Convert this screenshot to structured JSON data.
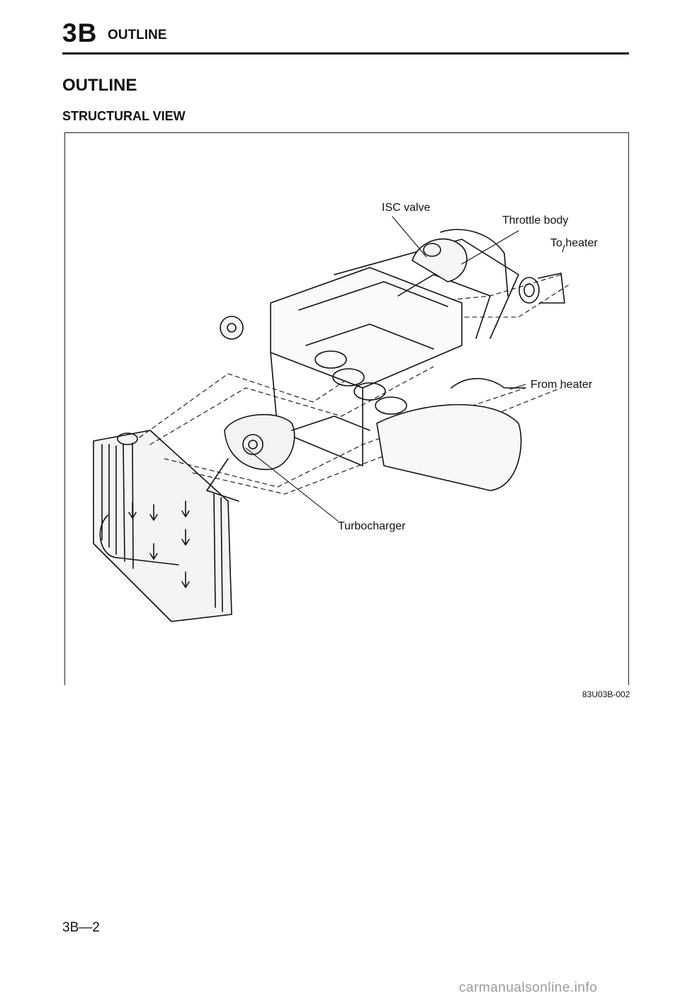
{
  "header": {
    "section_code": "3B",
    "section_name": "OUTLINE"
  },
  "page_title": "OUTLINE",
  "subtitle": "STRUCTURAL VIEW",
  "figure": {
    "callouts": {
      "isc_valve": "ISC valve",
      "throttle_body": "Throttle body",
      "to_heater": "To heater",
      "from_heater": "From heater",
      "turbocharger": "Turbocharger"
    },
    "figure_id": "83U03B-002"
  },
  "footer": {
    "page_number": "3B—2",
    "site": "carmanualsonline.info"
  }
}
